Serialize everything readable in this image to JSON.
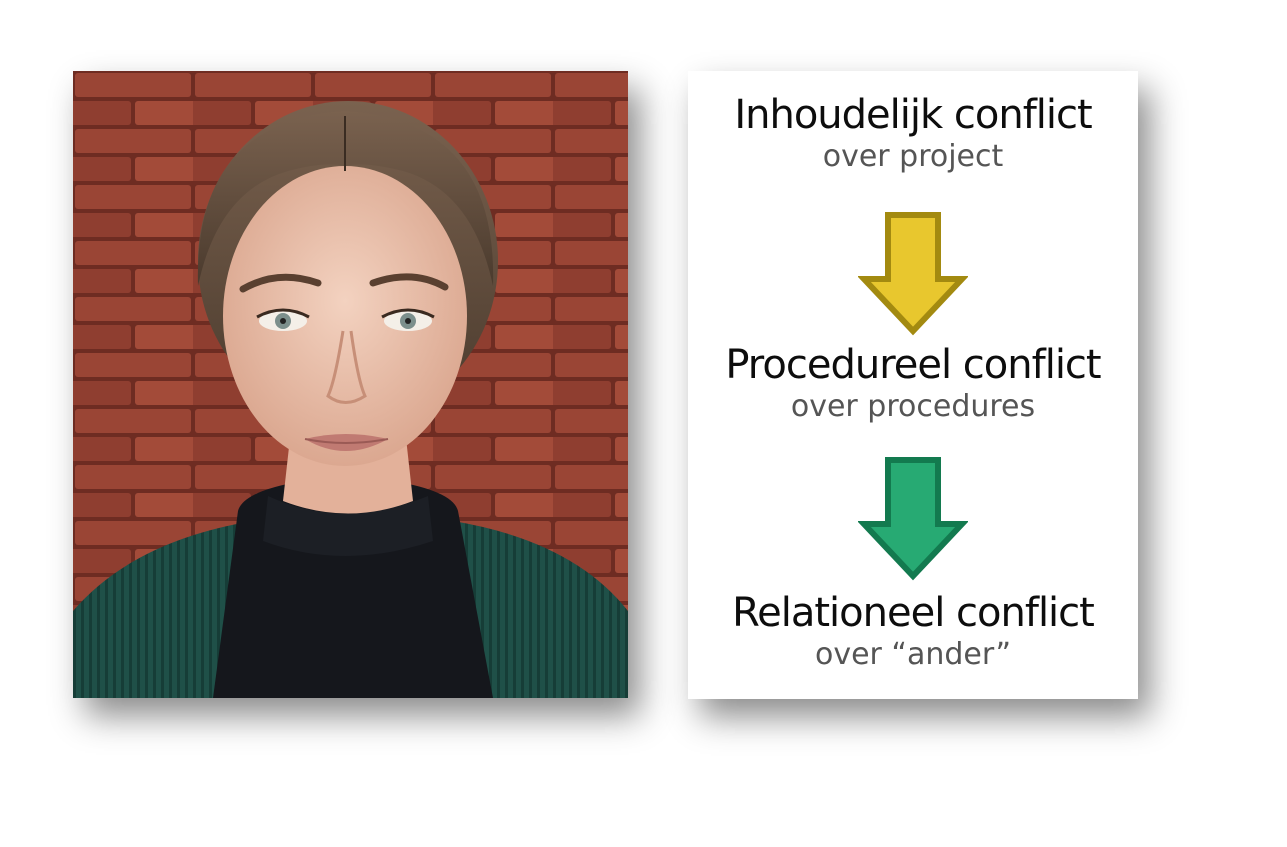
{
  "photo": {
    "description_icon": "portrait-photo"
  },
  "diagram": {
    "steps": [
      {
        "title": "Inhoudelijk conflict",
        "subtitle": "over project"
      },
      {
        "title": "Procedureel conflict",
        "subtitle": "over procedures"
      },
      {
        "title": "Relationeel conflict",
        "subtitle": "over “ander”"
      }
    ],
    "arrows": [
      {
        "fill": "#E8C72E",
        "stroke": "#A38A10"
      },
      {
        "fill": "#27AA73",
        "stroke": "#137A4F"
      }
    ]
  }
}
